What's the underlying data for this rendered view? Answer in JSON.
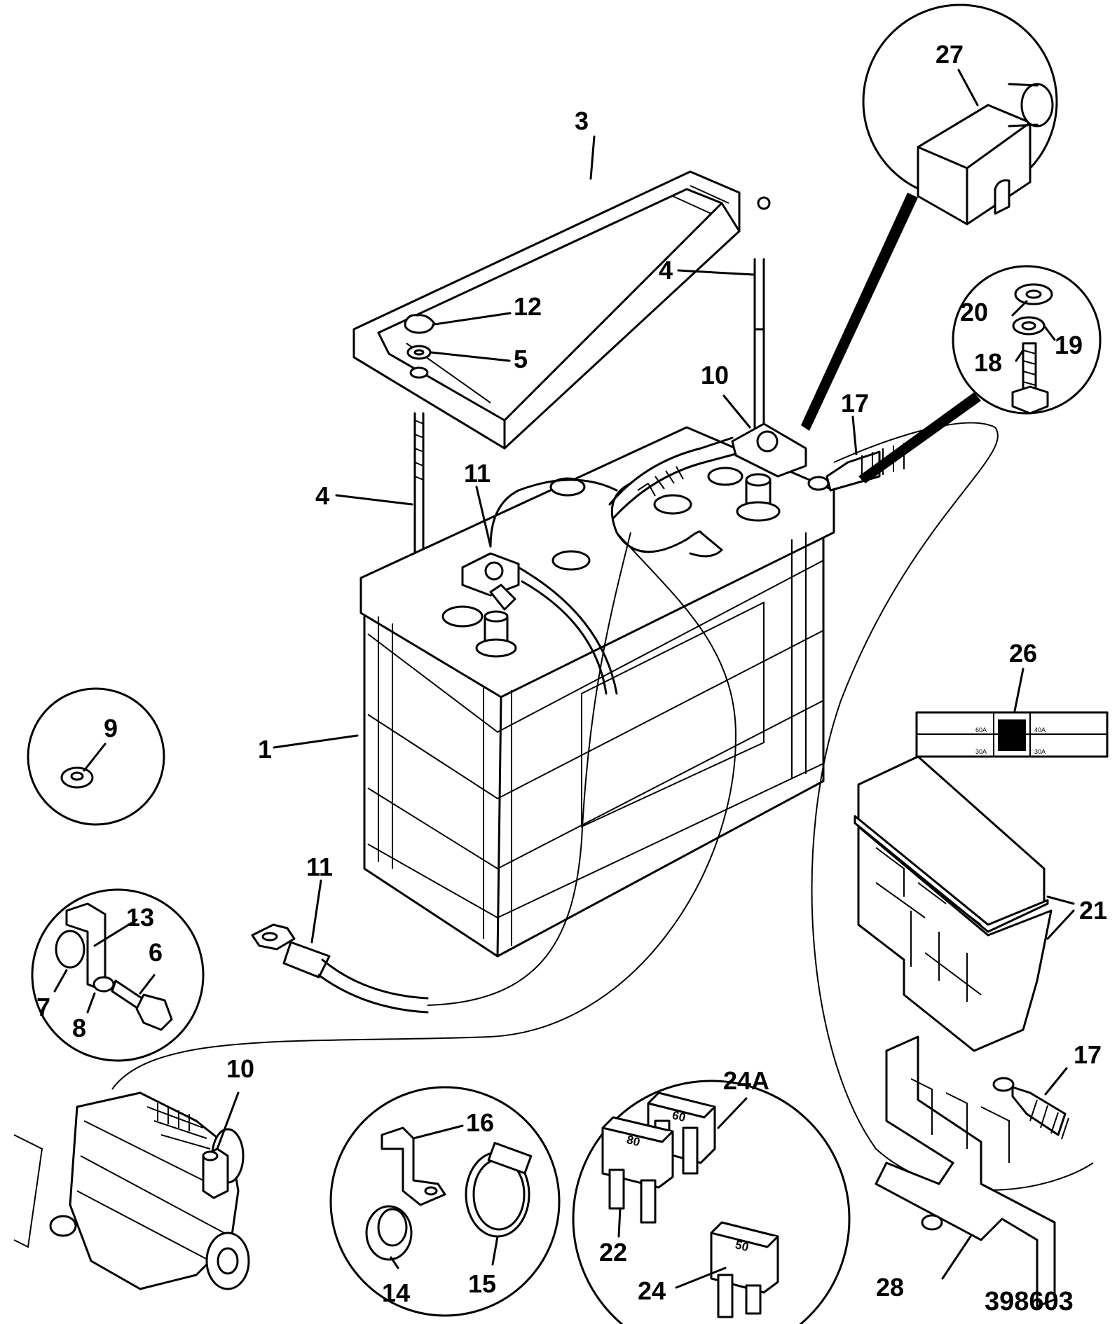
{
  "diagram": {
    "reference_number": "398603",
    "callouts": {
      "c1": "1",
      "c3": "3",
      "c4_tray": "4",
      "c4_rod": "4",
      "c5": "5",
      "c6": "6",
      "c7": "7",
      "c8": "8",
      "c9": "9",
      "c10_top": "10",
      "c10_starter": "10",
      "c11_top": "11",
      "c11_cable": "11",
      "c12": "12",
      "c13": "13",
      "c14": "14",
      "c15": "15",
      "c16": "16",
      "c17_top": "17",
      "c17_lower": "17",
      "c18": "18",
      "c19": "19",
      "c20": "20",
      "c21": "21",
      "c22": "22",
      "c24": "24",
      "c24a": "24A",
      "c26": "26",
      "c27": "27",
      "c28": "28"
    },
    "fuse_ratings": {
      "f22": "80",
      "f24a": "60",
      "f24": "50"
    },
    "decal_ratings": [
      "60A",
      "40A",
      "30A",
      "30A"
    ]
  }
}
